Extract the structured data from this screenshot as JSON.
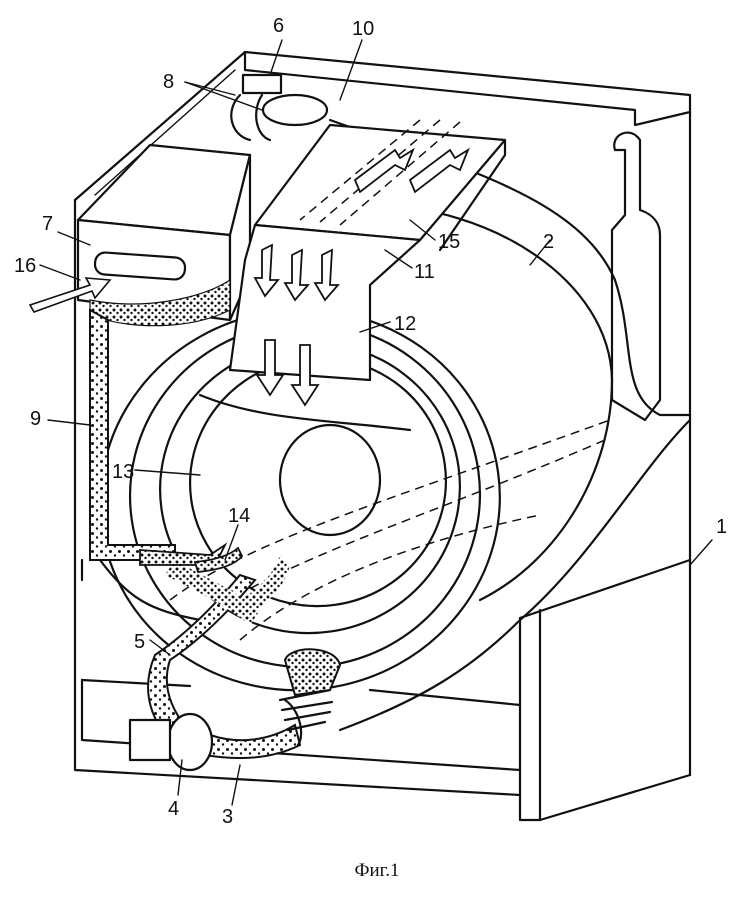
{
  "figure": {
    "caption": "Фиг.1",
    "labels": [
      "1",
      "2",
      "3",
      "4",
      "5",
      "6",
      "7",
      "8",
      "9",
      "10",
      "11",
      "12",
      "13",
      "14",
      "15",
      "16"
    ]
  }
}
